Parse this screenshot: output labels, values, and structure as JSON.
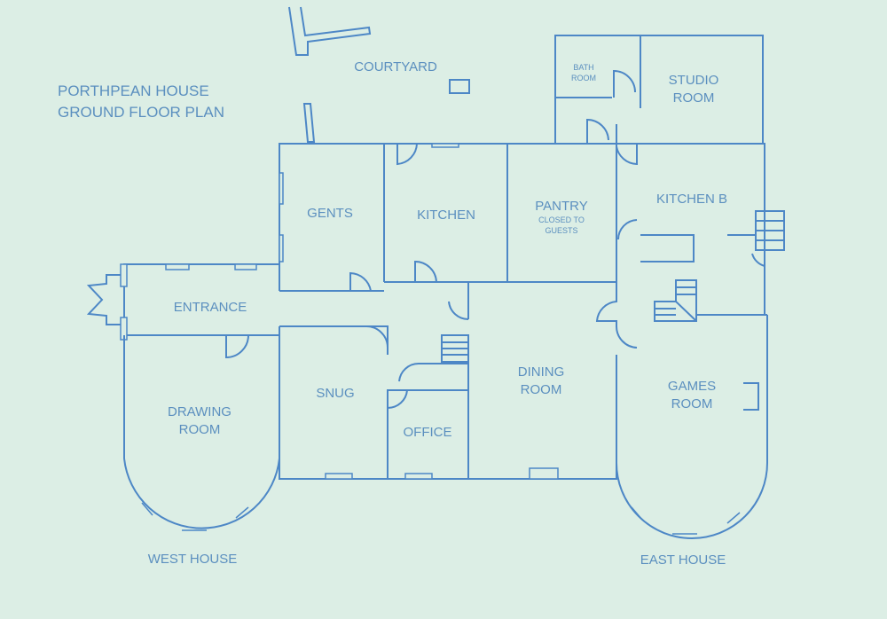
{
  "title": {
    "line1": "PORTHPEAN HOUSE",
    "line2": "GROUND FLOOR PLAN"
  },
  "rooms": {
    "courtyard": "COURTYARD",
    "bath_1": "BATH",
    "bath_2": "ROOM",
    "studio_1": "STUDIO",
    "studio_2": "ROOM",
    "gents": "GENTS",
    "kitchen": "KITCHEN",
    "pantry": "PANTRY",
    "pantry_note_1": "CLOSED TO",
    "pantry_note_2": "GUESTS",
    "kitchen_b": "KITCHEN B",
    "entrance": "ENTRANCE",
    "drawing_1": "DRAWING",
    "drawing_2": "ROOM",
    "snug": "SNUG",
    "office": "OFFICE",
    "dining_1": "DINING",
    "dining_2": "ROOM",
    "games_1": "GAMES",
    "games_2": "ROOM"
  },
  "wings": {
    "west": "WEST HOUSE",
    "east": "EAST HOUSE"
  },
  "colors": {
    "background": "#dceee5",
    "walls": "#4d87c6",
    "text": "#5b8fbf"
  }
}
